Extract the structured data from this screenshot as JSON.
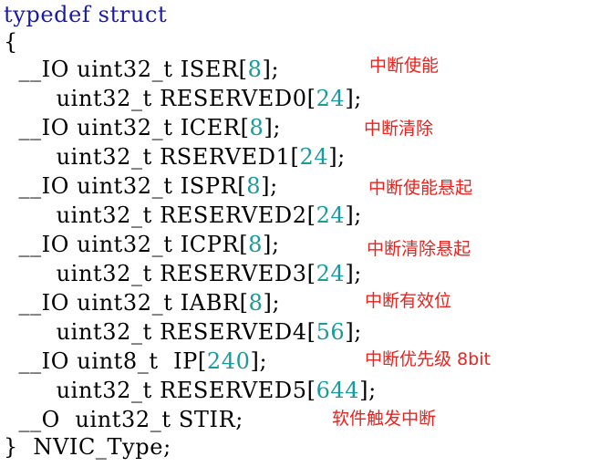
{
  "code": {
    "line0": {
      "kw1": "typedef",
      "kw2": "struct"
    },
    "line1": {
      "brace": "{"
    },
    "line2": {
      "indent": "  ",
      "qual": "__IO",
      "type": "uint32_t",
      "name": "ISER",
      "lb": "[",
      "num": "8",
      "rb": "]",
      "semi": ";"
    },
    "line3": {
      "indent": "       ",
      "type": "uint32_t",
      "name": "RESERVED0",
      "lb": "[",
      "num": "24",
      "rb": "]",
      "semi": ";"
    },
    "line4": {
      "indent": "  ",
      "qual": "__IO",
      "type": "uint32_t",
      "name": "ICER",
      "lb": "[",
      "num": "8",
      "rb": "]",
      "semi": ";"
    },
    "line5": {
      "indent": "       ",
      "type": "uint32_t",
      "name": "RSERVED1",
      "lb": "[",
      "num": "24",
      "rb": "]",
      "semi": ";"
    },
    "line6": {
      "indent": "  ",
      "qual": "__IO",
      "type": "uint32_t",
      "name": "ISPR",
      "lb": "[",
      "num": "8",
      "rb": "]",
      "semi": ";"
    },
    "line7": {
      "indent": "       ",
      "type": "uint32_t",
      "name": "RESERVED2",
      "lb": "[",
      "num": "24",
      "rb": "]",
      "semi": ";"
    },
    "line8": {
      "indent": "  ",
      "qual": "__IO",
      "type": "uint32_t",
      "name": "ICPR",
      "lb": "[",
      "num": "8",
      "rb": "]",
      "semi": ";"
    },
    "line9": {
      "indent": "       ",
      "type": "uint32_t",
      "name": "RESERVED3",
      "lb": "[",
      "num": "24",
      "rb": "]",
      "semi": ";"
    },
    "line10": {
      "indent": "  ",
      "qual": "__IO",
      "type": "uint32_t",
      "name": "IABR",
      "lb": "[",
      "num": "8",
      "rb": "]",
      "semi": ";"
    },
    "line11": {
      "indent": "       ",
      "type": "uint32_t",
      "name": "RESERVED4",
      "lb": "[",
      "num": "56",
      "rb": "]",
      "semi": ";"
    },
    "line12": {
      "indent": "  ",
      "qual": "__IO",
      "type": "uint8_t ",
      "name": "IP",
      "lb": "[",
      "num": "240",
      "rb": "]",
      "semi": ";"
    },
    "line13": {
      "indent": "       ",
      "type": "uint32_t",
      "name": "RESERVED5",
      "lb": "[",
      "num": "644",
      "rb": "]",
      "semi": ";"
    },
    "line14": {
      "indent": "  ",
      "qual": "__O ",
      "type": "uint32_t",
      "name": "STIR",
      "semi": ";"
    },
    "line15": {
      "brace": "}",
      "name": "NVIC_Type",
      "semi": ";"
    }
  },
  "annotations": {
    "iser": "中断使能",
    "icer": "中断清除",
    "ispr": "中断使能悬起",
    "icpr": "中断清除悬起",
    "iabr": "中断有效位",
    "ip": "中断优先级 8bit",
    "stir": "软件触发中断"
  },
  "colors": {
    "keyword": "#1a1aa6",
    "number": "#1a9a9a",
    "annotation": "#e8231e",
    "text": "#000000",
    "background": "#ffffff"
  }
}
